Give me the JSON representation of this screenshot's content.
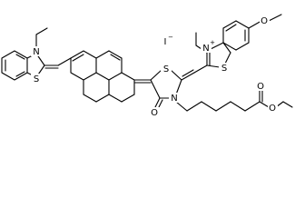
{
  "molecule": {
    "atom_labels": {
      "left_N": "N",
      "left_S": "S",
      "center_S": "S",
      "center_N": "N",
      "carbonyl_O": "O",
      "ester_O_double": "O",
      "ester_O_single": "O",
      "right_N_plus": "N",
      "right_S": "S",
      "methoxy_O": "O",
      "iodide": "I"
    },
    "charges": {
      "right_N_plus": "+",
      "iodide": "−"
    }
  }
}
